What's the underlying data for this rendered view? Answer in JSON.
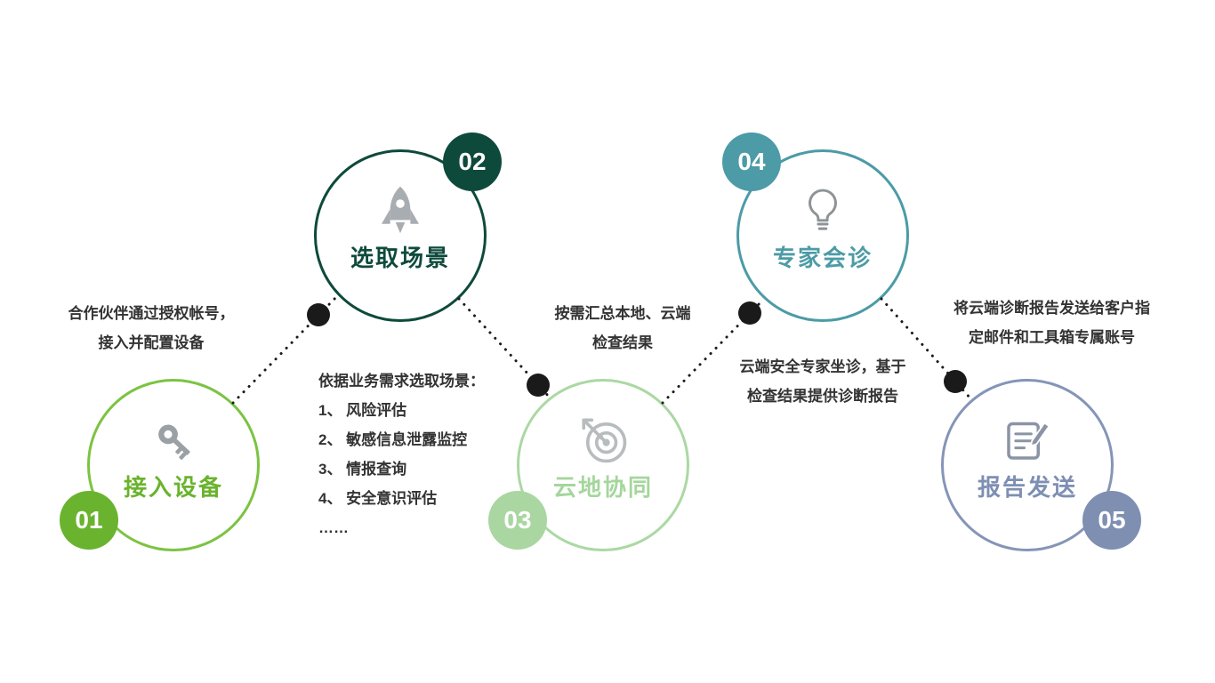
{
  "slide": {
    "background": "#ffffff",
    "text_color": "#333333"
  },
  "connector_color": "#1a1a1a",
  "steps": [
    {
      "number": "01",
      "title": "接入设备",
      "icon": "key-icon",
      "ring_color": "#7cc342",
      "badge_color": "#6ab32e",
      "title_color": "#6ab32e",
      "desc_lines": [
        "合作伙伴通过授权帐号，",
        "接入并配置设备"
      ]
    },
    {
      "number": "02",
      "title": "选取场景",
      "icon": "rocket-icon",
      "ring_color": "#0e4a3c",
      "badge_color": "#0e4a3c",
      "title_color": "#0e4a3c",
      "desc_title": "依据业务需求选取场景：",
      "desc_items": [
        "1、 风险评估",
        "2、 敏感信息泄露监控",
        "3、 情报查询",
        "4、 安全意识评估",
        "……"
      ]
    },
    {
      "number": "03",
      "title": "云地协同",
      "icon": "target-dart-icon",
      "ring_color": "#abd8a3",
      "badge_color": "#a9d6a1",
      "title_color": "#a5d69d",
      "desc_lines": [
        "按需汇总本地、云端",
        "检查结果"
      ]
    },
    {
      "number": "04",
      "title": "专家会诊",
      "icon": "lightbulb-icon",
      "ring_color": "#4c9ba6",
      "badge_color": "#4c9ba6",
      "title_color": "#4c9ba6",
      "desc_lines": [
        "云端安全专家坐诊，基于",
        "检查结果提供诊断报告"
      ]
    },
    {
      "number": "05",
      "title": "报告发送",
      "icon": "report-pen-icon",
      "ring_color": "#8595b8",
      "badge_color": "#7e8fb2",
      "title_color": "#7e8fb2",
      "desc_lines": [
        "将云端诊断报告发送给客户指",
        "定邮件和工具箱专属账号"
      ]
    }
  ]
}
